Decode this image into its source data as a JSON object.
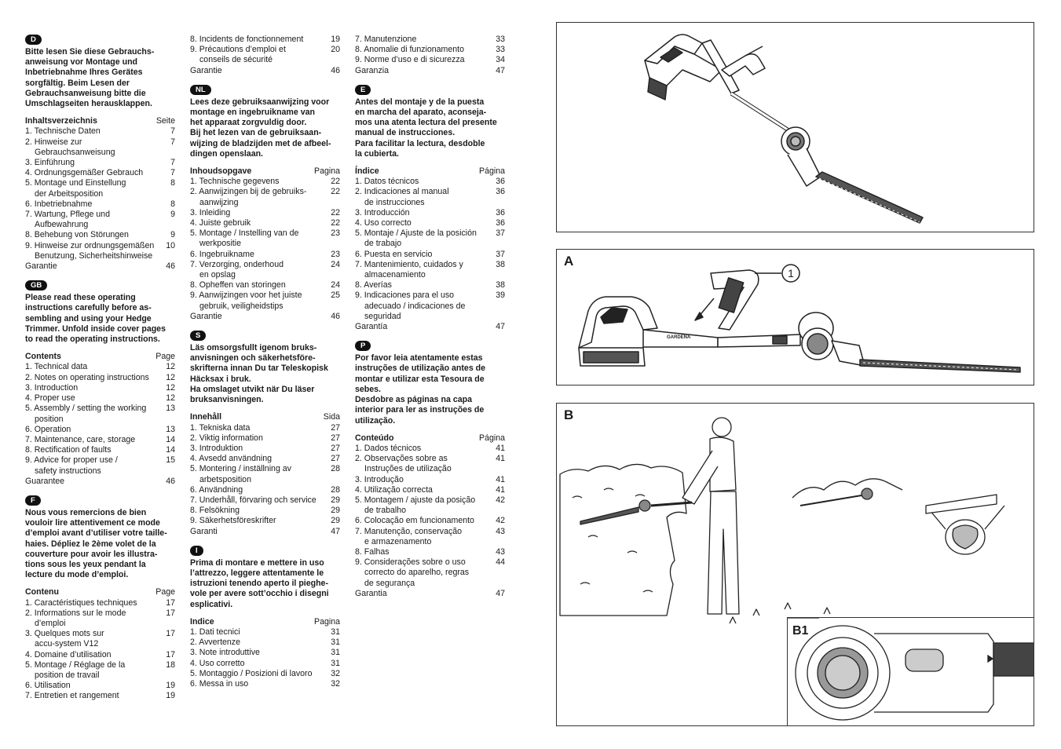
{
  "columns": [
    [
      {
        "badge": "D",
        "intro": "Bitte lesen Sie diese Gebrauchs-\nanweisung vor Montage und\nInbetriebnahme Ihres Gerätes\nsorgfältig. Beim Lesen der\nGebrauchsanweisung bitte die\nUmschlagseiten herausklappen.",
        "toc_title": "Inhaltsverzeichnis",
        "page_label": "Seite",
        "items": [
          {
            "t": "1. Technische Daten",
            "p": "7"
          },
          {
            "t": "2. Hinweise zur",
            "c": "Gebrauchsanweisung",
            "p": "7"
          },
          {
            "t": "3. Einführung",
            "p": "7"
          },
          {
            "t": "4. Ordnungsgemäßer Gebrauch",
            "p": "7"
          },
          {
            "t": "5. Montage und Einstellung",
            "c": "der Arbeitsposition",
            "p": "8"
          },
          {
            "t": "6. Inbetriebnahme",
            "p": "8"
          },
          {
            "t": "7. Wartung, Pflege und",
            "c": "Aufbewahrung",
            "p": "9"
          },
          {
            "t": "8. Behebung von Störungen",
            "p": "9"
          },
          {
            "t": "9. Hinweise zur ordnungsgemäßen",
            "c": "Benutzung, Sicherheitshinweise",
            "p": "10"
          },
          {
            "t": "Garantie",
            "p": "46"
          }
        ]
      },
      {
        "badge": "GB",
        "intro": "Please read these operating\ninstructions carefully before as-\nsembling and using your Hedge\nTrimmer. Unfold inside cover pages\nto read the operating instructions.",
        "toc_title": "Contents",
        "page_label": "Page",
        "items": [
          {
            "t": "1. Technical data",
            "p": "12"
          },
          {
            "t": "2. Notes on operating instructions",
            "p": "12"
          },
          {
            "t": "3. Introduction",
            "p": "12"
          },
          {
            "t": "4. Proper use",
            "p": "12"
          },
          {
            "t": "5. Assembly / setting the working",
            "c": "position",
            "p": "13"
          },
          {
            "t": "6. Operation",
            "p": "13"
          },
          {
            "t": "7. Maintenance, care, storage",
            "p": "14"
          },
          {
            "t": "8. Rectification of faults",
            "p": "14"
          },
          {
            "t": "9. Advice for proper use /",
            "c": "safety instructions",
            "p": "15"
          },
          {
            "t": "Guarantee",
            "p": "46"
          }
        ]
      },
      {
        "badge": "F",
        "intro": "Nous vous remercions de bien\nvouloir lire attentivement ce mode\nd’emploi avant d’utiliser votre taille-\nhaies. Dépliez le 2ème volet de la\ncouverture pour avoir les illustra-\ntions sous les yeux pendant la\nlecture du mode d’emploi.",
        "toc_title": "Contenu",
        "page_label": "Page",
        "items": [
          {
            "t": "1. Caractéristiques techniques",
            "p": "17"
          },
          {
            "t": "2. Informations sur le mode",
            "c": "d’emploi",
            "p": "17"
          },
          {
            "t": "3. Quelques mots sur",
            "c": "accu-system V12",
            "p": "17"
          },
          {
            "t": "4. Domaine d’utilisation",
            "p": "17"
          },
          {
            "t": "5. Montage / Réglage de la",
            "c": "position de travail",
            "p": "18"
          },
          {
            "t": "6. Utilisation",
            "p": "19"
          },
          {
            "t": "7. Entretien et rangement",
            "p": "19"
          }
        ]
      }
    ],
    [
      {
        "items": [
          {
            "t": "8. Incidents de fonctionnement",
            "p": "19"
          },
          {
            "t": "9. Précautions d’emploi et",
            "c": "conseils de sécurité",
            "p": "20"
          },
          {
            "t": "Garantie",
            "p": "46"
          }
        ]
      },
      {
        "badge": "NL",
        "intro": "Lees deze gebruiksaanwijzing voor\nmontage en ingebruikname van\nhet apparaat zorgvuldig door.\nBij het lezen van de gebruiksaan-\nwijzing de bladzijden met de afbeel-\ndingen openslaan.",
        "toc_title": "Inhoudsopgave",
        "page_label": "Pagina",
        "items": [
          {
            "t": "1. Technische gegevens",
            "p": "22"
          },
          {
            "t": "2. Aanwijzingen bij de gebruiks-",
            "c": "aanwijzing",
            "p": "22"
          },
          {
            "t": "3. Inleiding",
            "p": "22"
          },
          {
            "t": "4. Juiste gebruik",
            "p": "22"
          },
          {
            "t": "5. Montage / Instelling van de",
            "c": "werkpositie",
            "p": "23"
          },
          {
            "t": "6. Ingebruikname",
            "p": "23"
          },
          {
            "t": "7. Verzorging, onderhoud",
            "c": "en opslag",
            "p": "24"
          },
          {
            "t": "8. Opheffen van storingen",
            "p": "24"
          },
          {
            "t": "9. Aanwijzingen voor het juiste",
            "c": "gebruik, veiligheidstips",
            "p": "25"
          },
          {
            "t": "Garantie",
            "p": "46"
          }
        ]
      },
      {
        "badge": "S",
        "intro": "Läs omsorgsfullt igenom bruks-\nanvisningen och säkerhetsföre-\nskrifterna innan Du tar Teleskopisk\nHäcksax i bruk.\nHa omslaget utvikt när Du läser\nbruksanvisningen.",
        "toc_title": "Innehåll",
        "page_label": "Sida",
        "items": [
          {
            "t": "1. Tekniska data",
            "p": "27"
          },
          {
            "t": "2. Viktig information",
            "p": "27"
          },
          {
            "t": "3. Introduktion",
            "p": "27"
          },
          {
            "t": "4. Avsedd användning",
            "p": "27"
          },
          {
            "t": "5. Montering / inställning av",
            "c": "arbetsposition",
            "p": "28"
          },
          {
            "t": "6. Användning",
            "p": "28"
          },
          {
            "t": "7. Underhåll, förvaring och service",
            "p": "29"
          },
          {
            "t": "8. Felsökning",
            "p": "29"
          },
          {
            "t": "9. Säkerhetsföreskrifter",
            "p": "29"
          },
          {
            "t": "Garanti",
            "p": "47"
          }
        ]
      },
      {
        "badge": "I",
        "intro": "Prima di montare e mettere in uso\nl’attrezzo, leggere attentamente le\nistruzioni tenendo aperto il pieghe-\nvole per avere sott’occhio i disegni\nesplicativi.",
        "toc_title": "Indice",
        "page_label": "Pagina",
        "items": [
          {
            "t": "1. Dati tecnici",
            "p": "31"
          },
          {
            "t": "2. Avvertenze",
            "p": "31"
          },
          {
            "t": "3. Note introduttive",
            "p": "31"
          },
          {
            "t": "4. Uso corretto",
            "p": "31"
          },
          {
            "t": "5. Montaggio / Posizioni di lavoro",
            "p": "32"
          },
          {
            "t": "6. Messa in uso",
            "p": "32"
          }
        ]
      }
    ],
    [
      {
        "items": [
          {
            "t": "7. Manutenzione",
            "p": "33"
          },
          {
            "t": "8. Anomalie di funzionamento",
            "p": "33"
          },
          {
            "t": "9. Norme d’uso e di sicurezza",
            "p": "34"
          },
          {
            "t": "Garanzia",
            "p": "47"
          }
        ]
      },
      {
        "badge": "E",
        "intro": "Antes del montaje y de la puesta\nen marcha del aparato, aconseja-\nmos una atenta lectura del presente\nmanual de instrucciones.\nPara facilitar la lectura, desdoble\nla cubierta.",
        "toc_title": "Índice",
        "page_label": "Página",
        "items": [
          {
            "t": "1. Datos técnicos",
            "p": "36"
          },
          {
            "t": "2. Indicaciones al manual",
            "c": "de instrucciones",
            "p": "36"
          },
          {
            "t": "3. Introducción",
            "p": "36"
          },
          {
            "t": "4. Uso correcto",
            "p": "36"
          },
          {
            "t": "5. Montaje / Ajuste de la posición",
            "c": "de trabajo",
            "p": "37"
          },
          {
            "t": "6. Puesta en servicio",
            "p": "37"
          },
          {
            "t": "7. Mantenimiento, cuidados y",
            "c": "almacenamiento",
            "p": "38"
          },
          {
            "t": "8. Averías",
            "p": "38"
          },
          {
            "t": "9. Indicaciones para el uso",
            "c": "adecuado / indicaciones de\nseguridad",
            "p": "39"
          },
          {
            "t": "Garantía",
            "p": "47"
          }
        ]
      },
      {
        "badge": "P",
        "intro": "Por favor leia atentamente estas\ninstruções de utilização antes de\nmontar e utilizar esta Tesoura de\nsebes.\nDesdobre as páginas na capa\ninterior para ler as instruções de\nutilização.",
        "toc_title": "Conteúdo",
        "page_label": "Página",
        "items": [
          {
            "t": "1. Dados técnicos",
            "p": "41"
          },
          {
            "t": "2. Observações sobre as",
            "c": "Instruções de utilização",
            "p": "41"
          },
          {
            "t": "3. Introdução",
            "p": "41"
          },
          {
            "t": "4. Utilização correcta",
            "p": "41"
          },
          {
            "t": "5. Montagem / ajuste da posição",
            "c": "de trabalho",
            "p": "42"
          },
          {
            "t": "6. Colocação em funcionamento",
            "p": "42"
          },
          {
            "t": "7. Manutenção, conservação",
            "c": "e armazenamento",
            "p": "43"
          },
          {
            "t": "8. Falhas",
            "p": "43"
          },
          {
            "t": "9. Considerações sobre o uso",
            "c": "correcto do aparelho, regras\nde segurança",
            "p": "44"
          },
          {
            "t": "Garantia",
            "p": "47"
          }
        ]
      }
    ]
  ],
  "figures": {
    "panel_a_label": "A",
    "panel_a_callout": "1",
    "panel_b_label": "B",
    "panel_b1_label": "B1",
    "brand_on_device": "GARDENA"
  }
}
